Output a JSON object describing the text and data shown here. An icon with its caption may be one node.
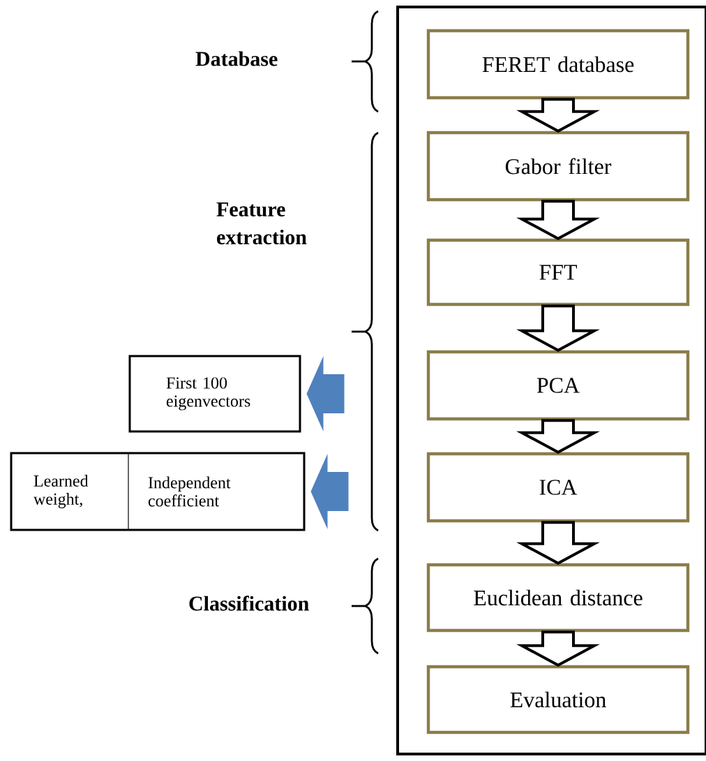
{
  "diagram": {
    "nodes": [
      {
        "text": [],
        "shape": "box"
      },
      {
        "text": [
          "FERET database"
        ],
        "in": 0
      },
      {
        "text": [
          "Gabor filter"
        ],
        "in": 0
      },
      {
        "text": [
          "FFT"
        ],
        "in": 0
      },
      {
        "text": [
          "PCA"
        ],
        "in": 0
      },
      {
        "text": [
          "ICA"
        ],
        "in": 0
      },
      {
        "text": [
          "Euclidean distance"
        ],
        "in": 0
      },
      {
        "text": [
          "Evaluation"
        ],
        "in": 0
      },
      {
        "text": [
          "First 100 eigenvectors"
        ]
      },
      {
        "text": [
          "Learned weight,",
          "Independent coefficient"
        ]
      }
    ],
    "edges": [
      {
        "from": 1,
        "to": 2,
        "arrow": "to"
      },
      {
        "from": 2,
        "to": 3,
        "arrow": "to"
      },
      {
        "from": 3,
        "to": 4,
        "arrow": "to"
      },
      {
        "from": 4,
        "to": 5,
        "arrow": "to"
      },
      {
        "from": 5,
        "to": 6,
        "arrow": "to"
      },
      {
        "from": 6,
        "to": 7,
        "arrow": "to"
      },
      {
        "from": null,
        "to": 8,
        "arrow": "to",
        "color": "#4f81bd"
      },
      {
        "from": null,
        "to": 9,
        "arrow": "to",
        "color": "#4f81bd"
      }
    ],
    "labels": [
      "Database",
      "Feature extraction",
      "Classification"
    ]
  }
}
